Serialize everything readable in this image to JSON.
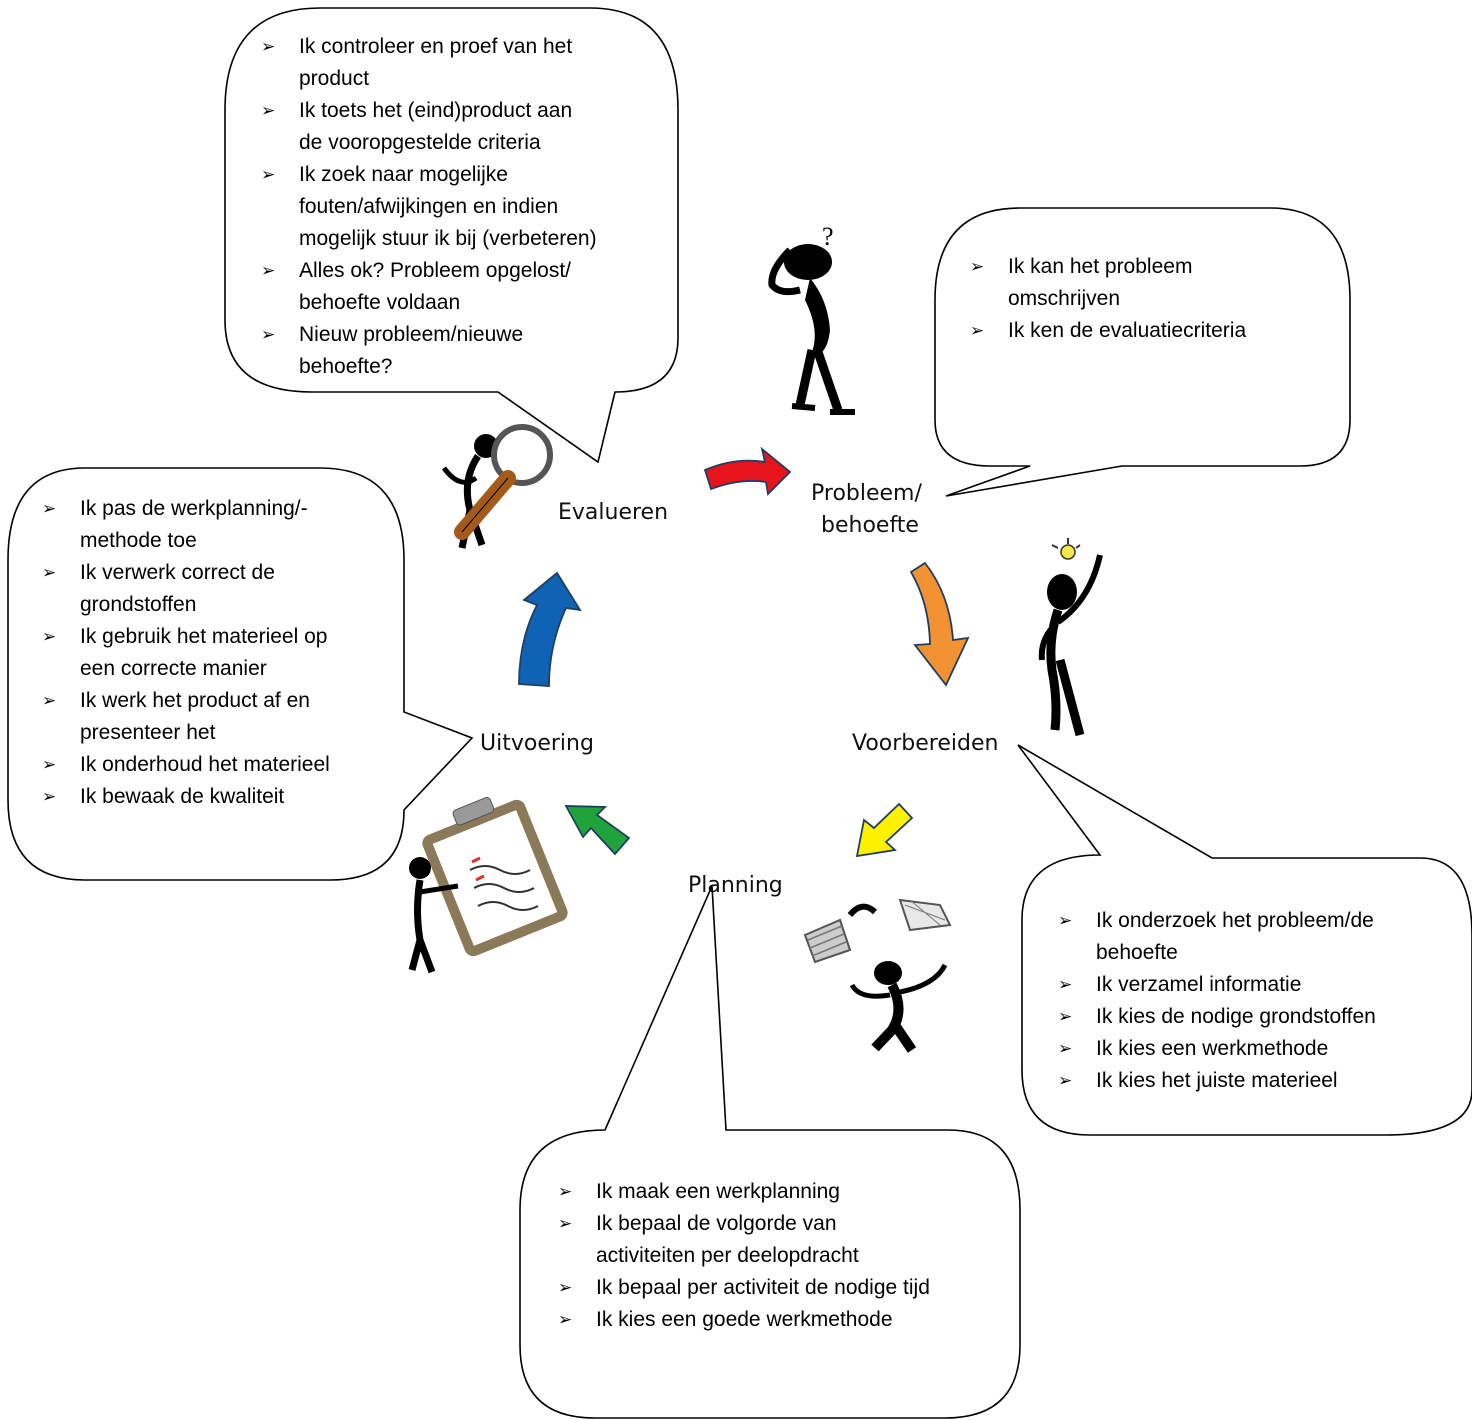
{
  "stages": {
    "evalueren": "Evalueren",
    "probleem": [
      "Probleem/",
      "behoefte"
    ],
    "voorbereiden": "Voorbereiden",
    "planning": "Planning",
    "uitvoering": "Uitvoering"
  },
  "bubbles": {
    "evalueren": [
      [
        "Ik controleer en proef van het",
        "product"
      ],
      [
        "Ik toets het (eind)product aan",
        "de vooropgestelde criteria"
      ],
      [
        "Ik zoek naar mogelijke",
        "fouten/afwijkingen en  indien",
        "mogelijk stuur ik bij (verbeteren)"
      ],
      [
        "Alles ok?  Probleem opgelost/",
        "behoefte voldaan"
      ],
      [
        "Nieuw probleem/nieuwe",
        "behoefte?"
      ]
    ],
    "probleem": [
      [
        "Ik kan het probleem",
        "omschrijven"
      ],
      [
        "Ik ken de evaluatiecriteria"
      ]
    ],
    "uitvoering": [
      [
        "Ik pas de werkplanning/-",
        "methode toe"
      ],
      [
        "Ik verwerk correct de",
        "grondstoffen"
      ],
      [
        "Ik gebruik het materieel op",
        "een correcte manier"
      ],
      [
        "Ik werk het product af en",
        "presenteer het"
      ],
      [
        "Ik onderhoud het materieel"
      ],
      [
        "Ik bewaak de kwaliteit"
      ]
    ],
    "voorbereiden": [
      [
        "Ik onderzoek het probleem/de",
        "behoefte"
      ],
      [
        "Ik verzamel informatie"
      ],
      [
        "Ik kies de nodige grondstoffen"
      ],
      [
        "Ik kies een werkmethode"
      ],
      [
        "Ik kies het juiste materieel"
      ]
    ],
    "planning": [
      [
        "Ik maak een werkplanning"
      ],
      [
        "Ik bepaal de volgorde van",
        "activiteiten per deelopdracht"
      ],
      [
        "Ik bepaal per activiteit de nodige tijd"
      ],
      [
        "Ik kies een goede werkmethode"
      ]
    ]
  },
  "colors": {
    "arrow_red": "#e8141b",
    "arrow_orange": "#f39233",
    "arrow_yellow": "#fff200",
    "arrow_green": "#21a33b",
    "arrow_blue": "#0f62b4"
  }
}
